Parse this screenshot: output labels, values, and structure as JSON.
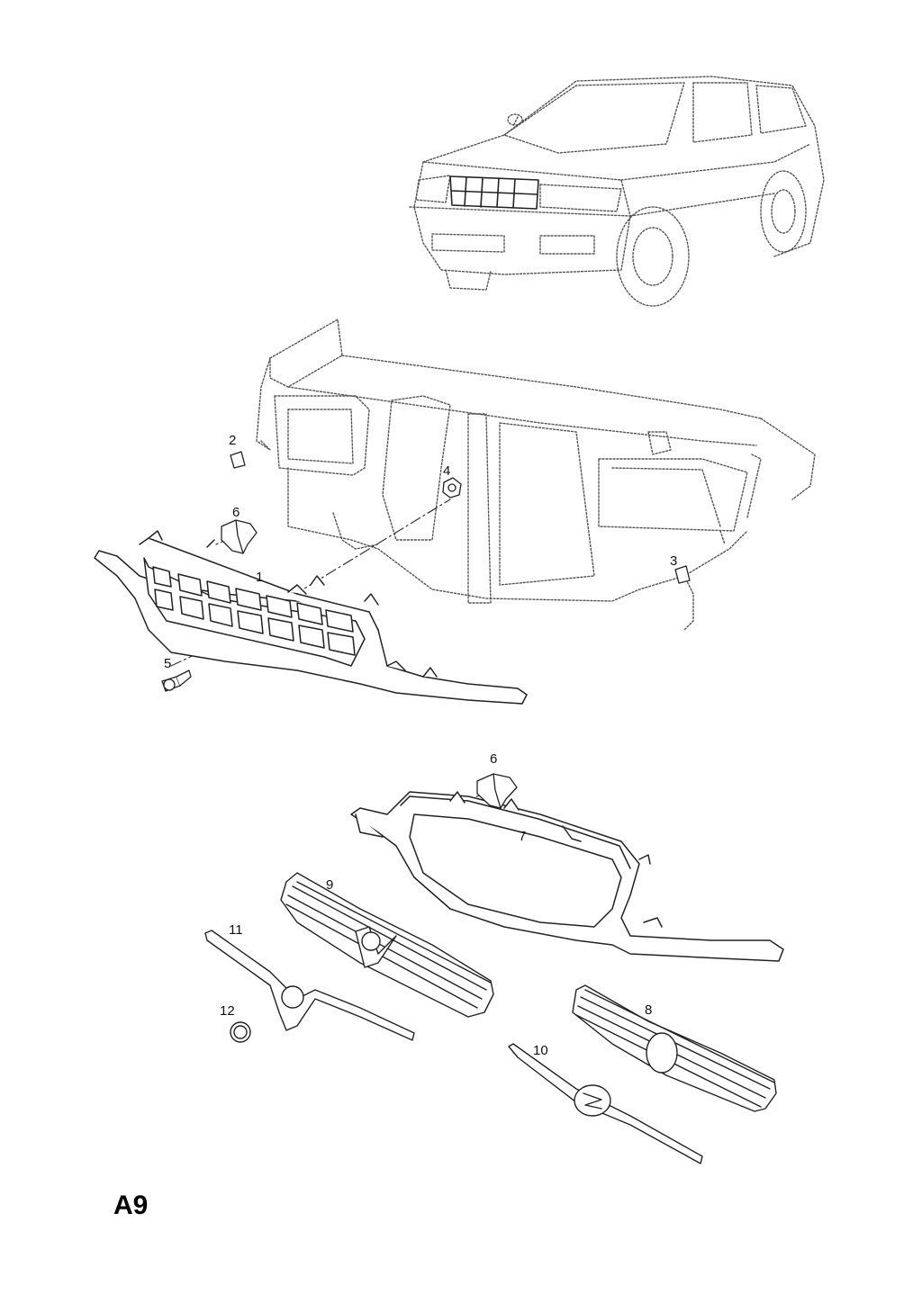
{
  "page_code": "A9",
  "callouts": {
    "c1": "1",
    "c2": "2",
    "c3": "3",
    "c4": "4",
    "c5": "5",
    "c6a": "6",
    "c6b": "6",
    "c7": "7",
    "c8": "8",
    "c9": "9",
    "c10": "10",
    "c11": "11",
    "c12": "12"
  },
  "colors": {
    "line": "#333333",
    "dotted": "#555555",
    "fill": "#ffffff"
  }
}
